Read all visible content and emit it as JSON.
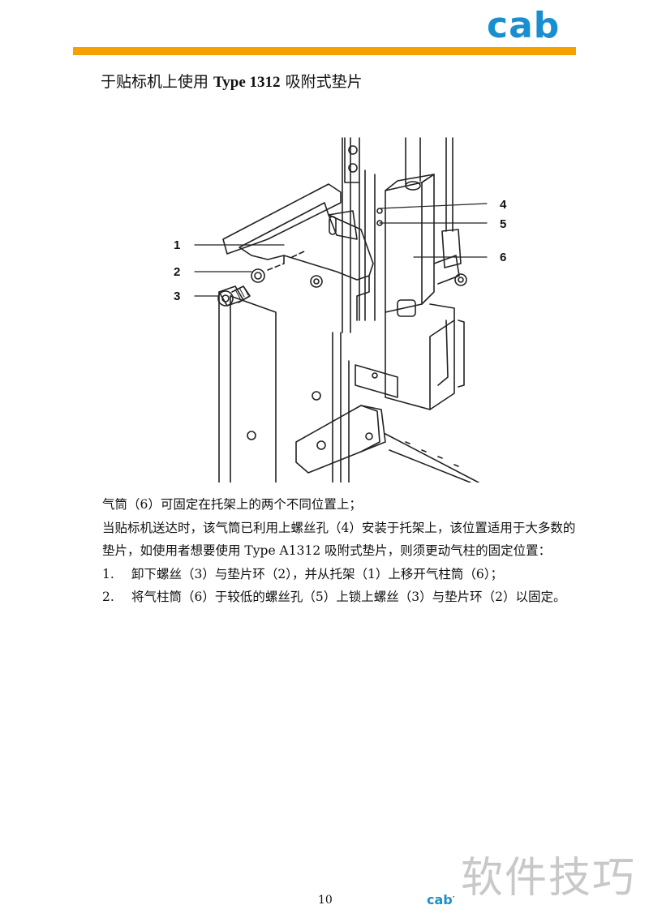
{
  "header": {
    "logo_text": "cab",
    "brand_color": "#1a8fd0",
    "rule_color": "#f5a100"
  },
  "title": {
    "prefix": "于贴标机上使用 ",
    "model": "Type 1312",
    "suffix": " 吸附式垫片"
  },
  "figure": {
    "callouts": [
      "1",
      "2",
      "3",
      "4",
      "5",
      "6"
    ]
  },
  "body": {
    "para1": "气筒（6）可固定在托架上的两个不同位置上；",
    "para2": "当贴标机送达时，该气筒已利用上螺丝孔（4）安装于托架上，该位置适用于大多数的垫片，如使用者想要使用 Type A1312 吸附式垫片，则须更动气柱的固定位置：",
    "steps": [
      {
        "num": "1.",
        "text": "卸下螺丝（3）与垫片环（2），并从托架（1）上移开气柱筒（6）；"
      },
      {
        "num": "2.",
        "text": "将气柱筒（6）于较低的螺丝孔（5）上锁上螺丝（3）与垫片环（2）以固定。"
      }
    ]
  },
  "watermark": "软件技巧",
  "footer": {
    "page_number": "10",
    "logo_text": "cab",
    "logo_mark": "·"
  }
}
